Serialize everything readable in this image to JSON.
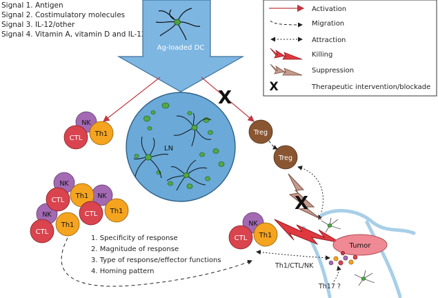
{
  "signals": [
    "Signal 1.  Antigen",
    "Signal 2. Costimulatory molecules",
    "Signal 3. IL-12/other",
    "Signal 4. Vitamin A, vitamin D and IL-12"
  ],
  "dc_label": "Ag-loaded DC",
  "ln_label": "LN",
  "legend": {
    "activation": "Activation",
    "migration": "Migration",
    "attraction": "Attraction",
    "killing": "Killing",
    "suppression": "Suppression",
    "blockade": "Therapeutic intervention/blockade",
    "blockade_symbol": "X"
  },
  "cells": {
    "nk": "NK",
    "th1": "Th1",
    "ctl": "CTL",
    "treg": "Treg",
    "tumor": "Tumor"
  },
  "response_list": [
    "1.  Specificity of response",
    "2. Magnitude of response",
    "3. Type of response/effector functions",
    "4. Homing pattern"
  ],
  "tumor_labels": {
    "effectors": "Th1/CTL/NK",
    "th17": "Th17 ?"
  },
  "colors": {
    "ctl": "#d9444e",
    "th1": "#f5a41f",
    "nk": "#a36ab3",
    "treg": "#8a5632",
    "ln": "#6aa9d8",
    "dc_box": "#7eb6e2",
    "activation": "#c0393f",
    "tumor": "#ef8a94",
    "vessel": "#a8cfe8"
  }
}
